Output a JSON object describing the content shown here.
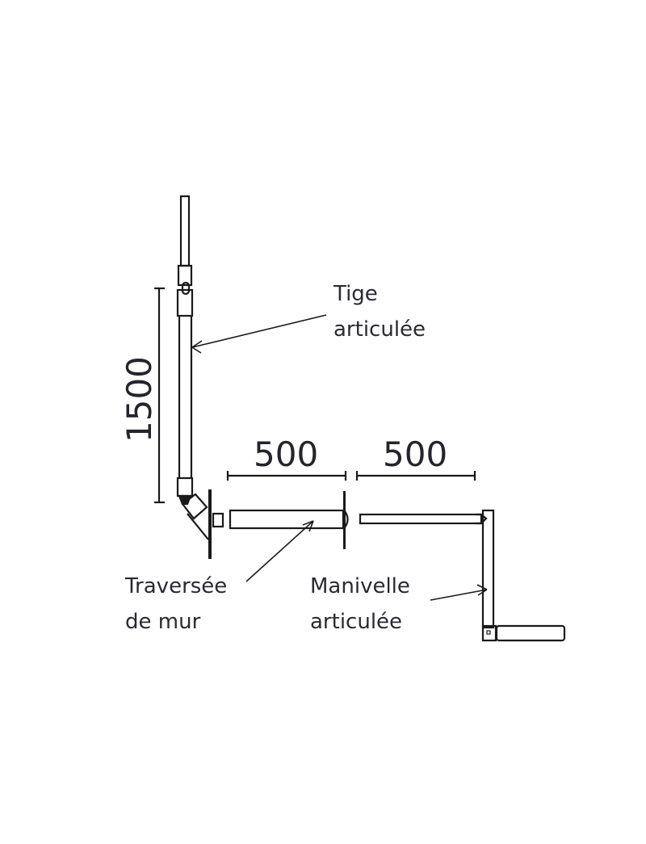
{
  "diagram": {
    "colors": {
      "stroke": "#1a1a1a",
      "text": "#2a2a30",
      "background": "#ffffff"
    },
    "dimensions": {
      "vertical": "1500",
      "horizontal_left": "500",
      "horizontal_right": "500"
    },
    "labels": {
      "tige_line1": "Tige",
      "tige_line2": "articulée",
      "traversee_line1": "Traversée",
      "traversee_line2": "de mur",
      "manivelle_line1": "Manivelle",
      "manivelle_line2": "articulée"
    }
  }
}
